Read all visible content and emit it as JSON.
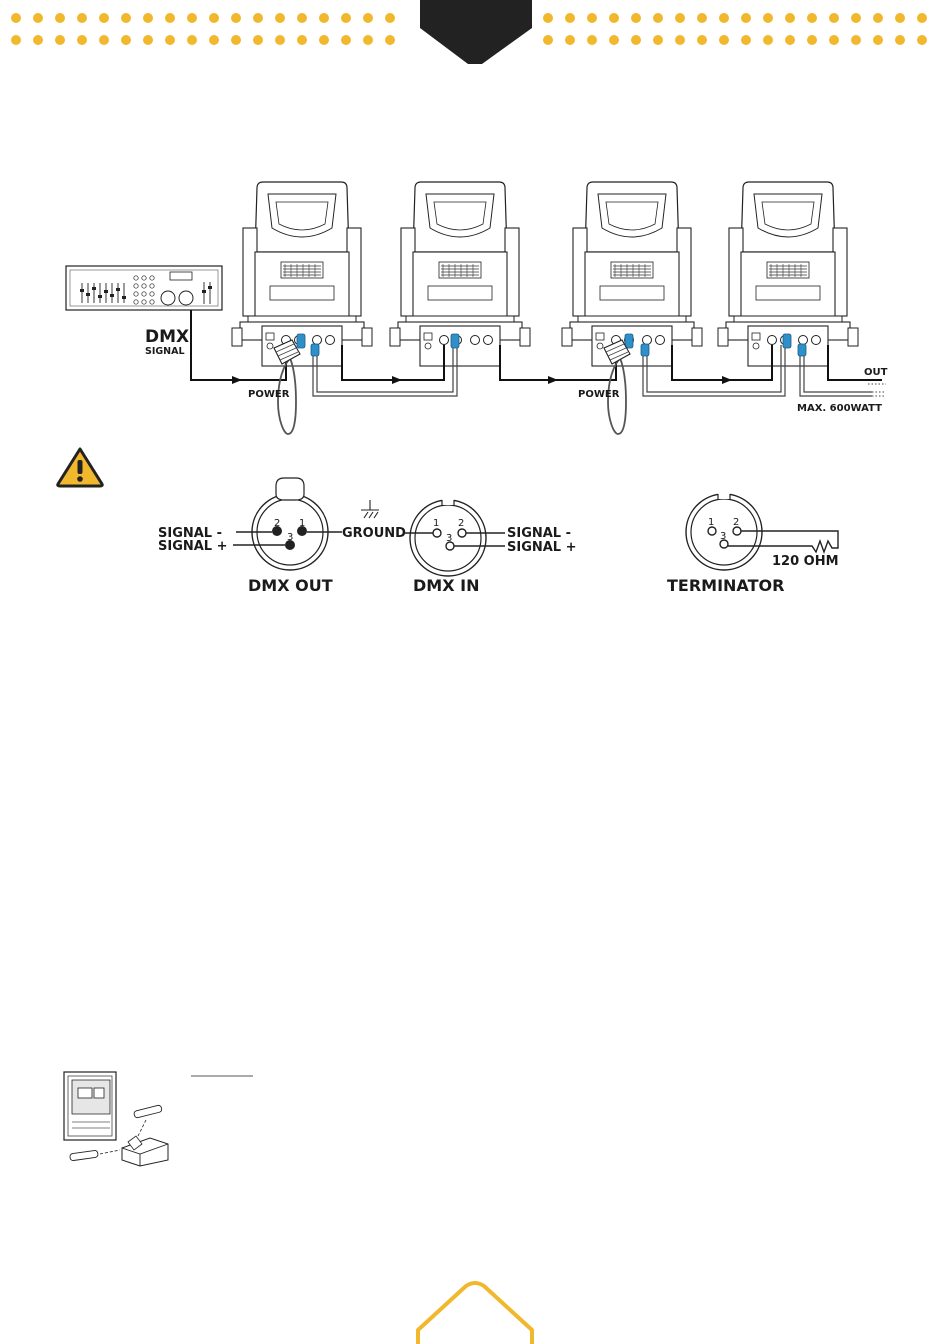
{
  "colors": {
    "accent": "#f1b82d",
    "ink": "#1a1a1a",
    "cable_blue": "#2e8fc9",
    "warning_yellow": "#f1b82d"
  },
  "labels": {
    "dmx": "DMX",
    "signal": "SIGNAL",
    "power_1": "POWER",
    "power_2": "POWER",
    "out": "OUT",
    "max_power": "MAX. 600WATT",
    "signal_minus_out": "SIGNAL -",
    "signal_plus_out": "SIGNAL +",
    "ground": "GROUND",
    "signal_minus_in": "SIGNAL -",
    "signal_plus_in": "SIGNAL +",
    "dmx_out": "DMX OUT",
    "dmx_in": "DMX IN",
    "terminator": "TERMINATOR",
    "ohm": "120 OHM"
  },
  "pins": {
    "out_1": "1",
    "out_2": "2",
    "out_3": "3",
    "in_1": "1",
    "in_2": "2",
    "in_3": "3",
    "term_1": "1",
    "term_2": "2",
    "term_3": "3"
  },
  "icons": {
    "warning": "warning-triangle-icon",
    "ground": "ground-symbol-icon"
  }
}
